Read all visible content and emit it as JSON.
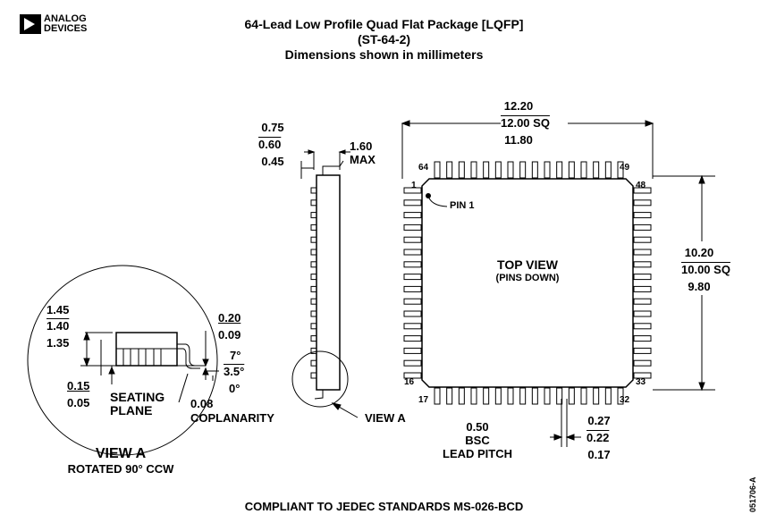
{
  "logo": {
    "line1": "ANALOG",
    "line2": "DEVICES"
  },
  "title": {
    "line1": "64-Lead Low Profile Quad Flat Package [LQFP]",
    "line2": "(ST-64-2)",
    "line3": "Dimensions shown in millimeters"
  },
  "top_view": {
    "label": "TOP VIEW",
    "sublabel": "(PINS DOWN)",
    "pin1_label": "PIN 1",
    "pins": {
      "p1": "1",
      "p16": "16",
      "p17": "17",
      "p32": "32",
      "p33": "33",
      "p48": "48",
      "p49": "49",
      "p64": "64"
    },
    "width_dim": {
      "max": "12.20",
      "nom": "12.00 SQ",
      "min": "11.80"
    },
    "height_dim": {
      "max": "10.20",
      "nom": "10.00 SQ",
      "min": "9.80"
    },
    "pitch": {
      "value": "0.50",
      "l2": "BSC",
      "l3": "LEAD PITCH"
    },
    "lead_width": {
      "max": "0.27",
      "nom": "0.22",
      "min": "0.17"
    }
  },
  "side_view": {
    "foot": {
      "max": "0.75",
      "nom": "0.60",
      "min": "0.45"
    },
    "height_max": {
      "value": "1.60",
      "label": "MAX"
    },
    "view_a_callout": "VIEW A"
  },
  "detail_view": {
    "title": "VIEW A",
    "subtitle": "ROTATED 90° CCW",
    "body_height": {
      "max": "1.45",
      "nom": "1.40",
      "min": "1.35"
    },
    "standoff": {
      "max": "0.15",
      "min": "0.05"
    },
    "seating_plane": {
      "l1": "SEATING",
      "l2": "PLANE"
    },
    "lead_thickness": {
      "max": "0.20",
      "min": "0.09"
    },
    "angle": {
      "max": "7°",
      "nom": "3.5°",
      "min": "0°"
    },
    "coplanarity": {
      "value": "0.08",
      "label": "COPLANARITY"
    }
  },
  "footer": {
    "compliance": "COMPLIANT TO JEDEC STANDARDS MS-026-BCD",
    "doc_id": "051706-A"
  }
}
